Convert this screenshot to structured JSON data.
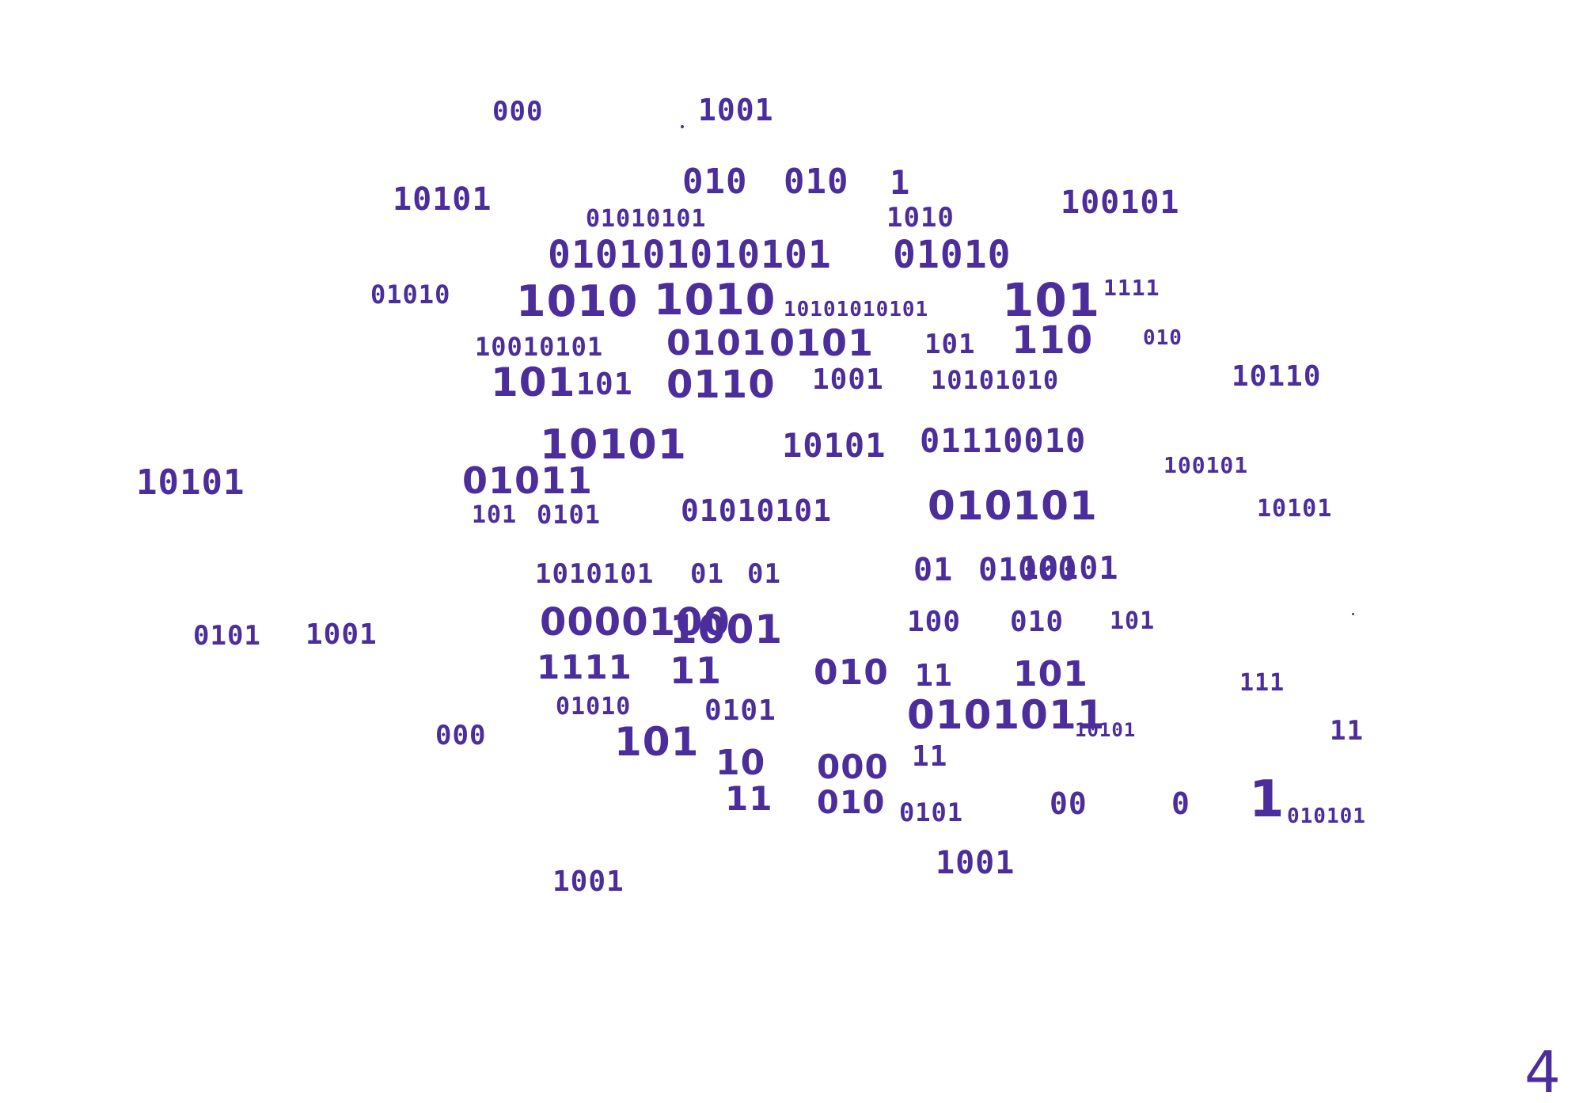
{
  "ink_color": "#4b2e9b",
  "page_number": "4",
  "tokens": [
    "000",
    "1001",
    "010",
    "010",
    "1",
    "10101",
    "01010101",
    "1010",
    "100101",
    "010101010101",
    "01010",
    "01010",
    "1010",
    "1010",
    "10101010101",
    "101",
    "1111",
    "10010101",
    "0101",
    "0101",
    "101",
    "110",
    "010",
    "101",
    "101",
    "0110",
    "1001",
    "10101010",
    "10110",
    "10101",
    "10101",
    "01110010",
    "100101",
    "10101",
    "01011",
    "101",
    "0101",
    "01010101",
    "010101",
    "10101",
    "1010101",
    "01",
    "01",
    "01",
    "01000",
    "10101",
    "0101",
    "1001",
    "0000100",
    "1001",
    "100",
    "010",
    "101",
    "1111",
    "11",
    "010",
    "11",
    "101",
    "111",
    "01010",
    "000",
    "101",
    "0101",
    "0101011",
    "10101",
    "11",
    "10",
    "000",
    "11",
    "11",
    "010",
    "0101",
    "00",
    "0",
    "1",
    "010101",
    "1001",
    "1001"
  ]
}
